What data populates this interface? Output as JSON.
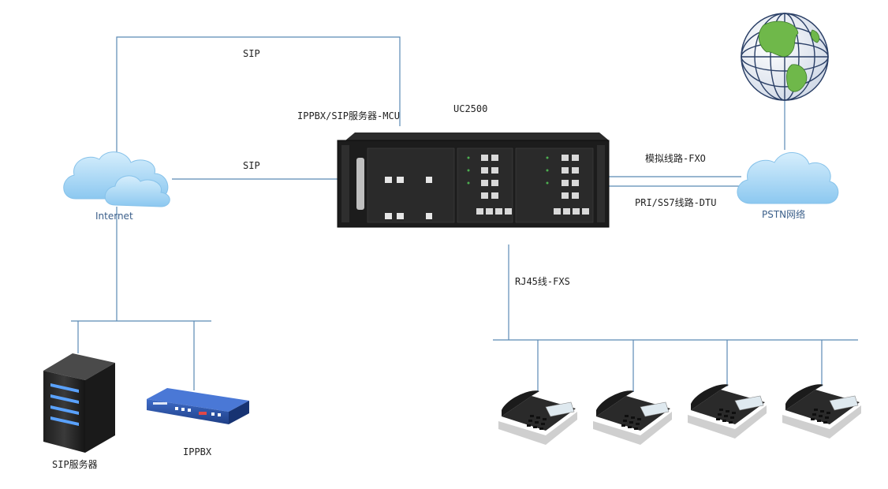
{
  "labels": {
    "sip_top": "SIP",
    "sip_mid": "SIP",
    "ippbx_mcu": "IPPBX/SIP服务器-MCU",
    "device_name": "UC2500",
    "internet": "Internet",
    "analog": "模拟线路-FXO",
    "pri": "PRI/SS7线路-DTU",
    "pstn": "PSTN网络",
    "rj45": "RJ45线-FXS",
    "sip_server": "SIP服务器",
    "ippbx": "IPPBX"
  },
  "colors": {
    "line": "#5b8ab5",
    "cloud": "#9fd3f5",
    "cloud_edge": "#6fb6e8",
    "device": "#1c1c1c",
    "router": "#2c4fa3",
    "phone": "#222222"
  },
  "icons": {
    "globe": "globe-icon",
    "cloud": "cloud-icon",
    "server": "server-icon",
    "router": "router-icon",
    "phone": "phone-icon",
    "gateway": "gateway-device-icon"
  }
}
